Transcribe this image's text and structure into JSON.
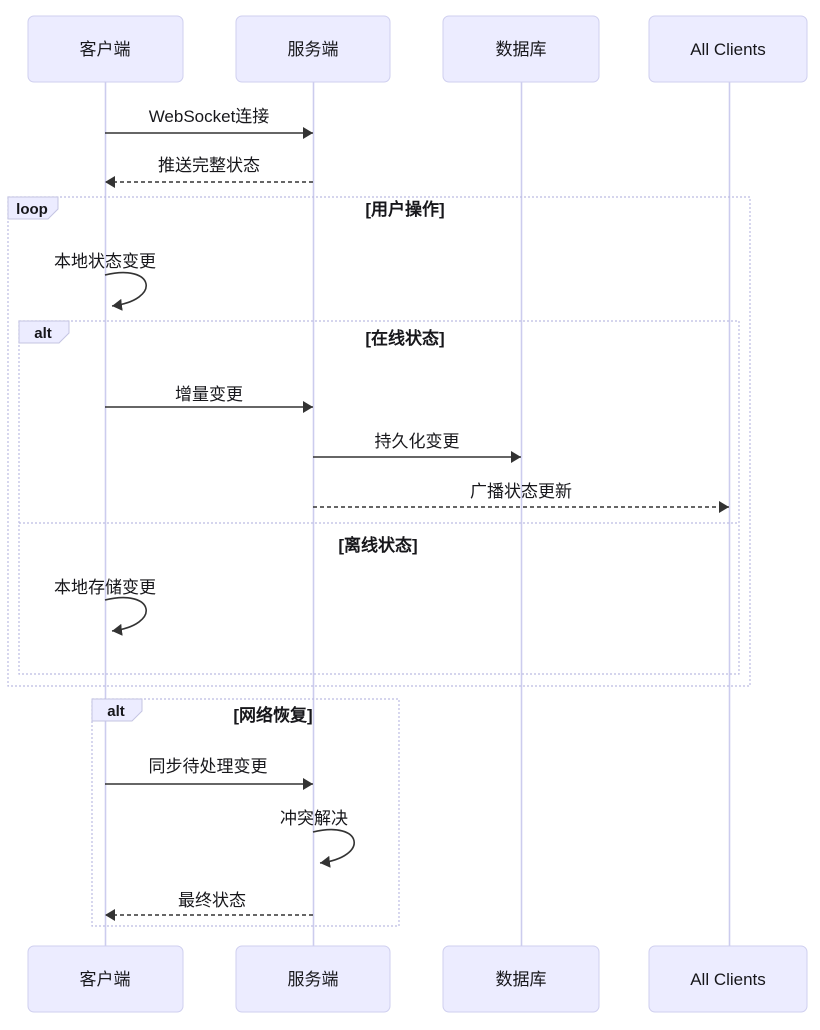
{
  "participants": [
    {
      "name": "client",
      "label": "客户端"
    },
    {
      "name": "server",
      "label": "服务端"
    },
    {
      "name": "database",
      "label": "数据库"
    },
    {
      "name": "all_clients",
      "label": "All Clients"
    }
  ],
  "messages": {
    "ws_connect": "WebSocket连接",
    "push_full_state": "推送完整状态",
    "local_state_change": "本地状态变更",
    "incremental_change": "增量变更",
    "persist_change": "持久化变更",
    "broadcast_update": "广播状态更新",
    "local_store_change": "本地存储变更",
    "sync_pending_changes": "同步待处理变更",
    "conflict_resolution": "冲突解决",
    "final_state": "最终状态"
  },
  "fragments": {
    "loop_user_ops": {
      "keyword": "loop",
      "condition": "[用户操作]"
    },
    "alt_online": {
      "keyword": "alt",
      "condition_online": "[在线状态]",
      "condition_offline": "[离线状态]"
    },
    "alt_recovery": {
      "keyword": "alt",
      "condition": "[网络恢复]"
    }
  },
  "colors": {
    "actor_fill": "#ECECFF",
    "actor_border": "#CFCFEF",
    "lifeline": "#CCCCEE",
    "fragment_border": "#BCBCE2",
    "arrow": "#333333",
    "text": "#17171B",
    "background": "#FFFFFF"
  }
}
